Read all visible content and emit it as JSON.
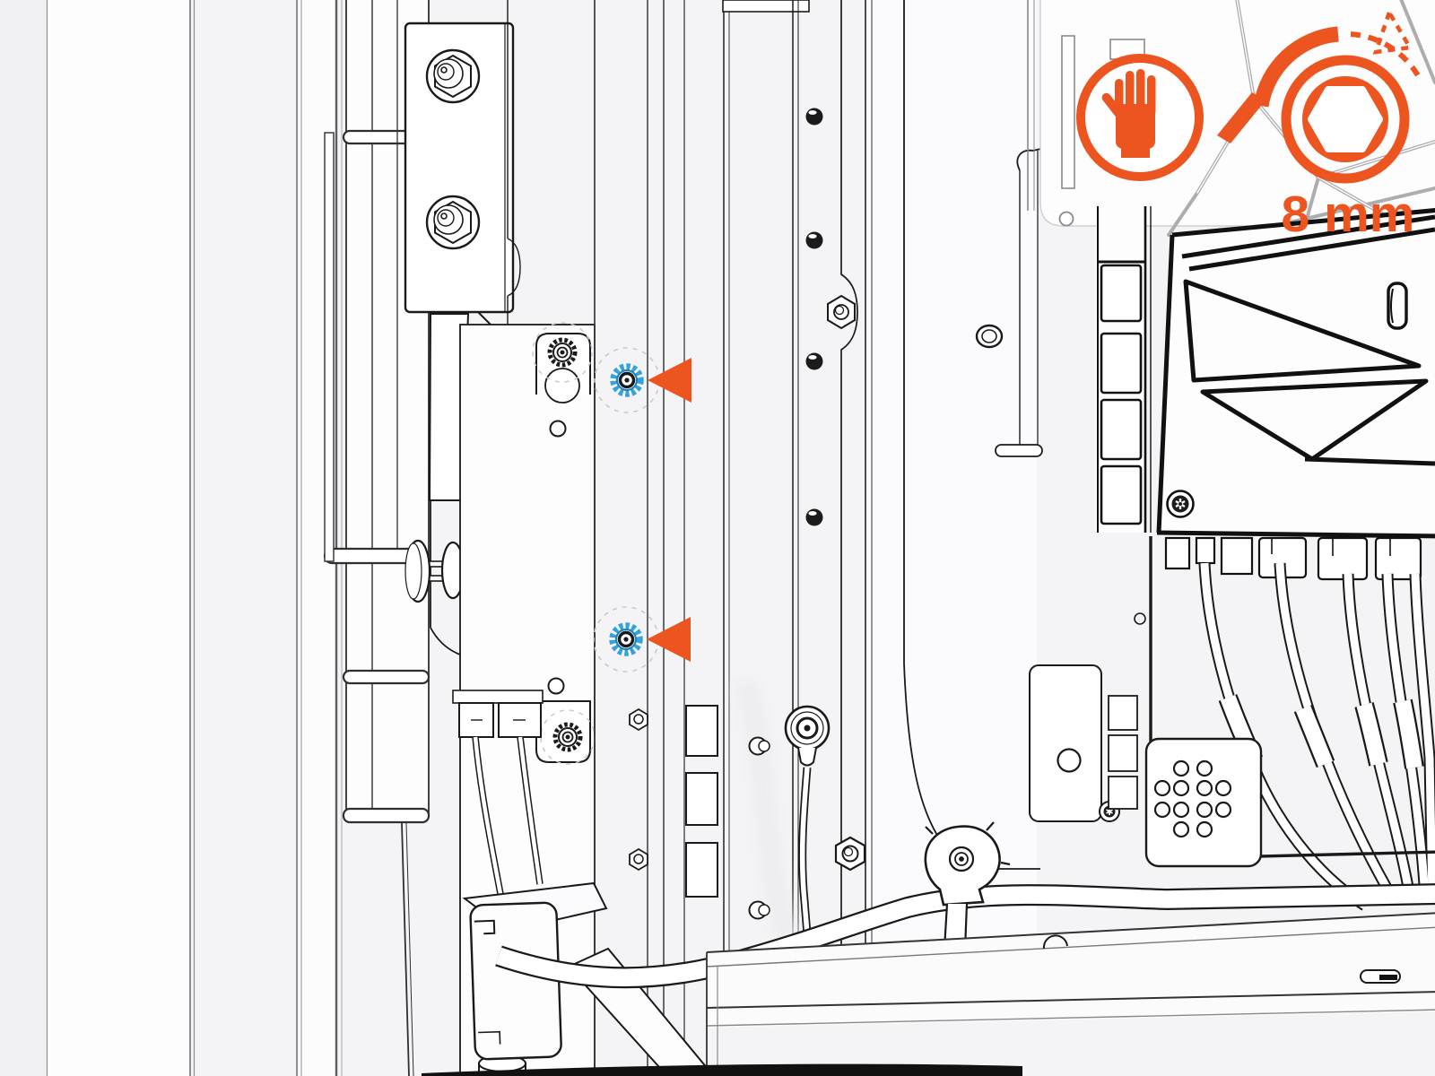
{
  "figure": {
    "type": "assembly-step-illustration",
    "subject": "3D printer frame interior with two serrated flange nuts marked for hand/8mm-socket loosening",
    "size_label": "8 mm",
    "instruction_icons": [
      {
        "name": "hand-icon",
        "meaning": "operate by hand"
      },
      {
        "name": "separator-slash",
        "meaning": "or"
      },
      {
        "name": "hex-nut-icon",
        "meaning": "8 mm nut / socket",
        "label": "8 mm"
      },
      {
        "name": "rotation-arrow",
        "style": "solid-arc-with-dashed-continuation"
      }
    ],
    "markers": [
      {
        "id": "upper-flange-nut",
        "shape": "left-pointing-triangle",
        "accent": "orange",
        "highlight": "blue-serrated-nut"
      },
      {
        "id": "lower-flange-nut",
        "shape": "left-pointing-triangle",
        "accent": "orange",
        "highlight": "blue-serrated-nut"
      }
    ],
    "colors": {
      "accent_orange": "#EC5420",
      "highlight_blue": "#36A2DB",
      "highlight_blue_dark": "#1E85BE",
      "line_dark": "#1A1A1A",
      "line_gray": "#9B9B9B",
      "background": "#F4F4F6"
    }
  }
}
